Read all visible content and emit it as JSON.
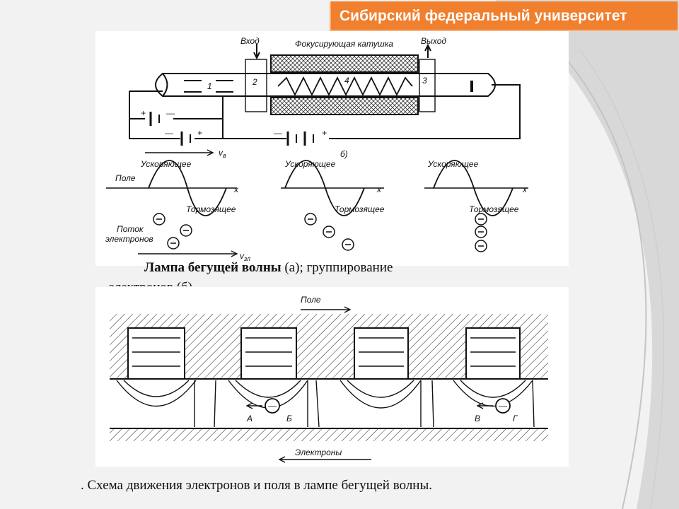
{
  "header": {
    "title": "Сибирский федеральный университет",
    "color": "#f07f2e"
  },
  "figure_a": {
    "labels": {
      "input": "Вход",
      "output": "Выход",
      "coil": "Фокусирующая катушка",
      "n1": "1",
      "n2": "2",
      "n3": "3",
      "n4": "4",
      "plus": "+",
      "minus": "—",
      "ve": "v",
      "ve_sub": "в",
      "subfig_b": "б)",
      "field": "Поле",
      "x": "x",
      "accel": "Ускоряющее",
      "decel": "Тормозящее",
      "flow_line1": "Поток",
      "flow_line2": "электронов",
      "v3": "v",
      "v3_sub": "зл"
    }
  },
  "caption_a": {
    "bold": "Лампа бегущей волны",
    "rest": " (а); группирование",
    "line2": "электронов (б)"
  },
  "figure_b": {
    "labels": {
      "field": "Поле",
      "electrons": "Электроны",
      "a": "А",
      "b": "Б",
      "v": "В",
      "g": "Г",
      "minus": "—"
    }
  },
  "caption_b": ". Схема движения электронов и поля в лампе бегущей  волны."
}
